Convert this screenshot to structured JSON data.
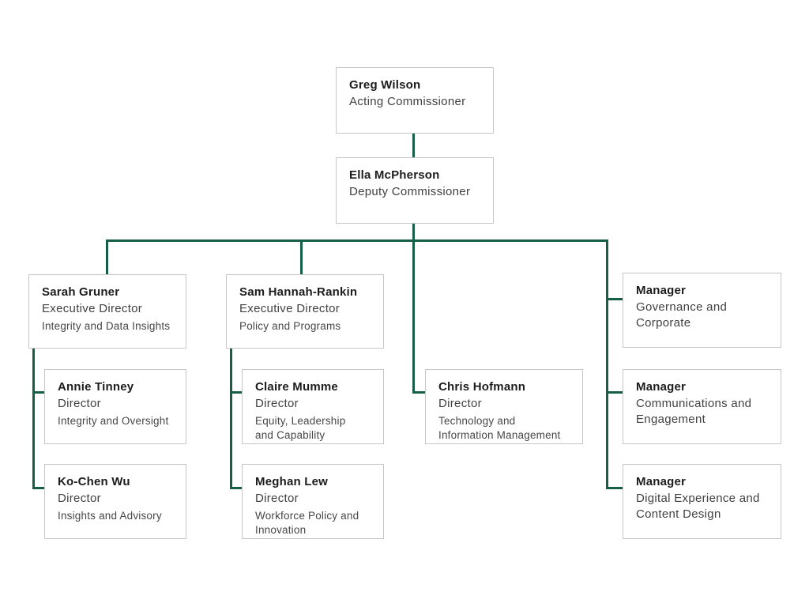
{
  "diagram": {
    "type": "org-chart",
    "accent_color": "#175e46",
    "box_border_color": "#c6c6c6",
    "nodes": [
      {
        "name": "Greg Wilson",
        "role": "Acting Commissioner",
        "dept": "",
        "reports_to": ""
      },
      {
        "name": "Ella McPherson",
        "role": "Deputy Commissioner",
        "dept": "",
        "reports_to": "Greg Wilson"
      },
      {
        "name": "Sarah Gruner",
        "role": "Executive Director",
        "dept": "Integrity and Data Insights",
        "reports_to": "Ella McPherson"
      },
      {
        "name": "Sam Hannah-Rankin",
        "role": "Executive Director",
        "dept": "Policy and Programs",
        "reports_to": "Ella McPherson"
      },
      {
        "name": "Manager",
        "role": "Governance and\nCorporate",
        "dept": "",
        "reports_to": "Ella McPherson"
      },
      {
        "name": "Annie Tinney",
        "role": "Director",
        "dept": "Integrity and Oversight",
        "reports_to": "Sarah Gruner"
      },
      {
        "name": "Claire Mumme",
        "role": "Director",
        "dept": "Equity, Leadership\nand Capability",
        "reports_to": "Sam Hannah-Rankin"
      },
      {
        "name": "Chris Hofmann",
        "role": "Director",
        "dept": "Technology and\nInformation Management",
        "reports_to": "Ella McPherson"
      },
      {
        "name": "Manager",
        "role": "Communications and\nEngagement",
        "dept": "",
        "reports_to": "Ella McPherson"
      },
      {
        "name": "Ko-Chen Wu",
        "role": "Director",
        "dept": "Insights and Advisory",
        "reports_to": "Sarah Gruner"
      },
      {
        "name": "Meghan Lew",
        "role": "Director",
        "dept": "Workforce Policy and\nInnovation",
        "reports_to": "Sam Hannah-Rankin"
      },
      {
        "name": "Manager",
        "role": "Digital Experience and\nContent Design",
        "dept": "",
        "reports_to": "Ella McPherson"
      }
    ]
  }
}
